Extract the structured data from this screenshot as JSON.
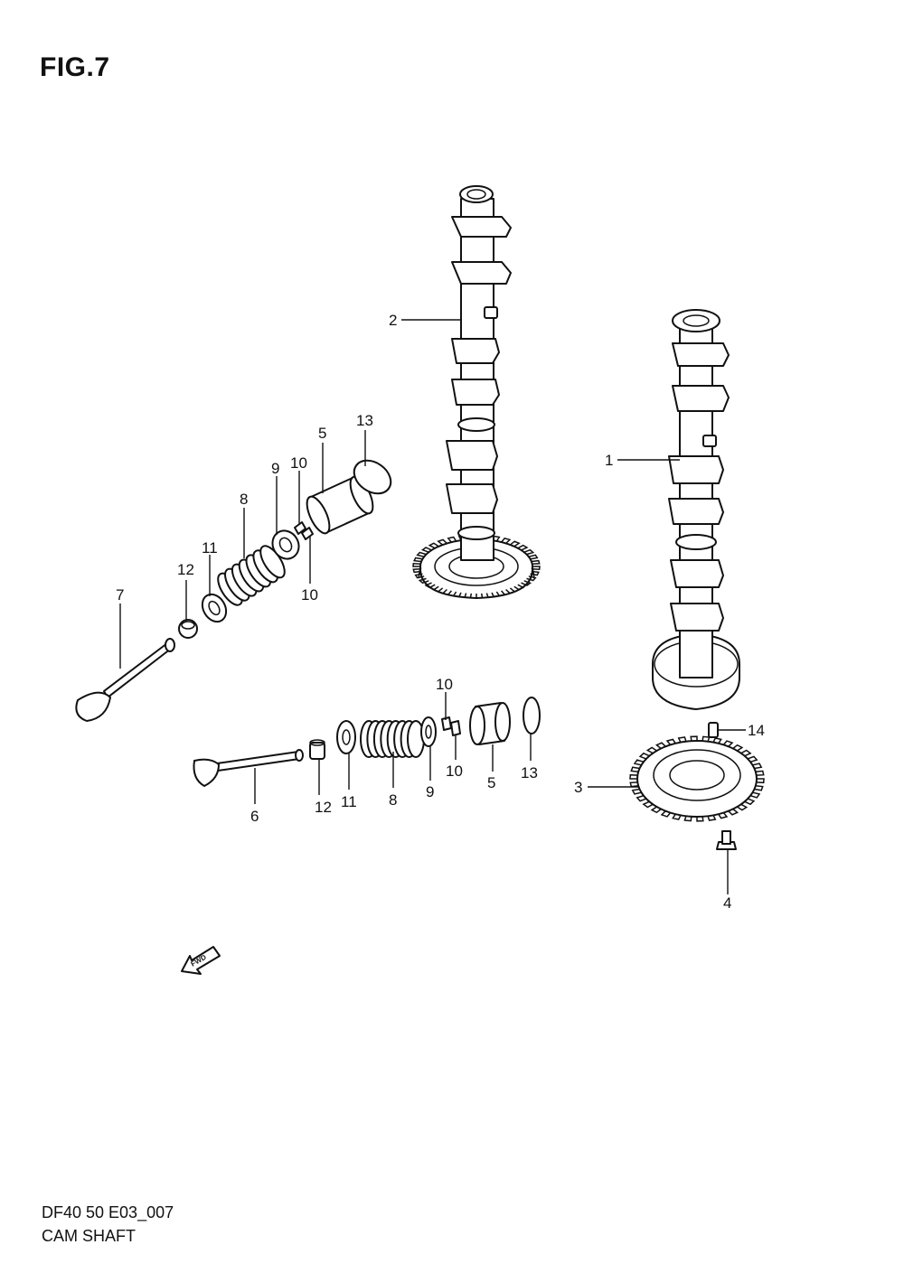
{
  "figure": {
    "title": "FIG.7",
    "code": "DF40 50 E03_007",
    "name": "CAM SHAFT"
  },
  "callouts": {
    "c1": "1",
    "c2": "2",
    "c3": "3",
    "c4": "4",
    "c5a": "5",
    "c5b": "5",
    "c6": "6",
    "c7": "7",
    "c8a": "8",
    "c8b": "8",
    "c9a": "9",
    "c9b": "9",
    "c10a": "10",
    "c10b": "10",
    "c10c": "10",
    "c10d": "10",
    "c11a": "11",
    "c11b": "11",
    "c12a": "12",
    "c12b": "12",
    "c13a": "13",
    "c13b": "13",
    "c14": "14"
  },
  "fwd_arrow": {
    "label": "FWD",
    "icon": "fwd-arrow-icon"
  }
}
